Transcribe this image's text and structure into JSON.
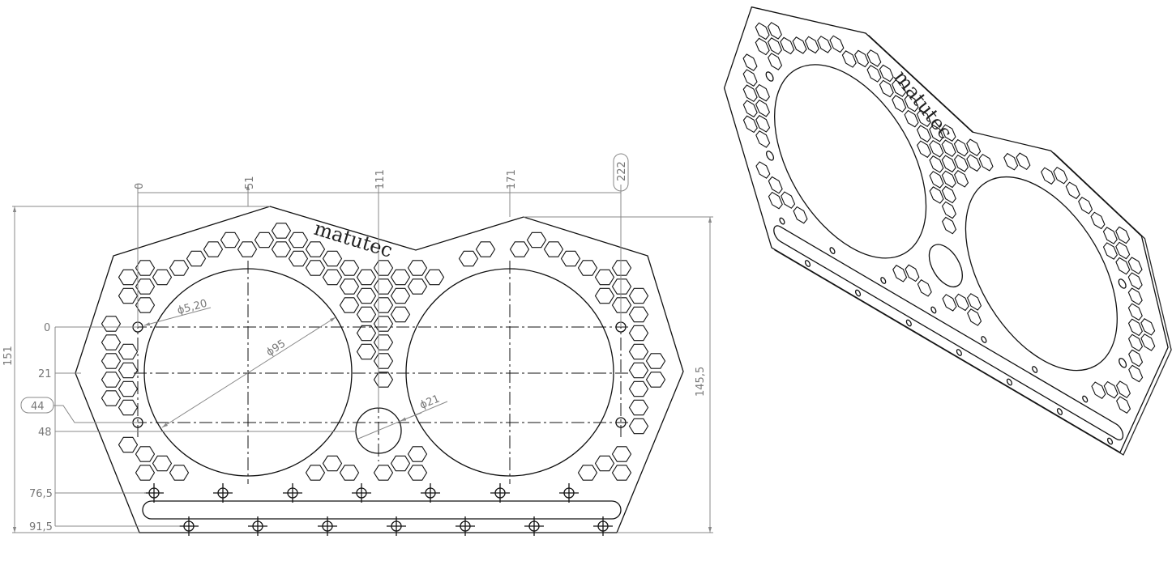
{
  "logo": "matutec",
  "horizontal_dims": [
    "0",
    "51",
    "111",
    "171",
    "222"
  ],
  "vertical_dims": [
    "0",
    "21",
    "44",
    "48",
    "76,5",
    "91,5"
  ],
  "overall_height_left": "151",
  "overall_height_right": "145,5",
  "diameter_labels": {
    "mount_hole": "ϕ5,20",
    "big_bore": "ϕ95",
    "small_bore": "ϕ21"
  },
  "colors": {
    "line": "#111111",
    "dimension": "#888888"
  }
}
